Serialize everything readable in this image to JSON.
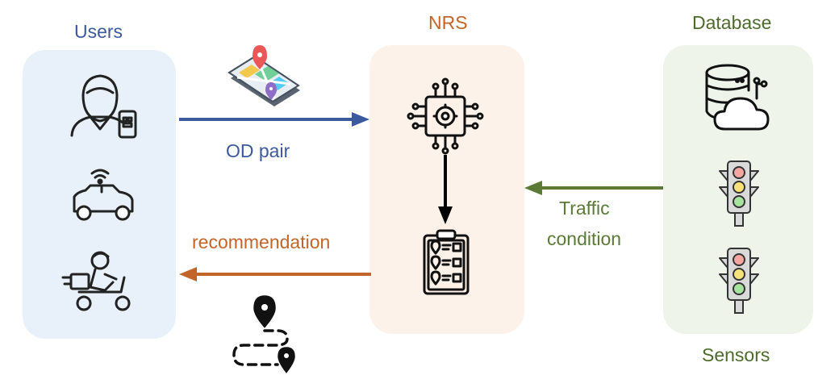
{
  "groups": {
    "users": "Users",
    "nrs": "NRS",
    "database": "Database",
    "sensors": "Sensors"
  },
  "arrows": {
    "od_pair": "OD pair",
    "recommendation": "recommendation",
    "traffic_line1": "Traffic",
    "traffic_line2": "condition"
  },
  "icons": {
    "users": [
      "person-with-phone-icon",
      "connected-car-icon",
      "delivery-scooter-icon"
    ],
    "nrs": [
      "ai-chip-icon",
      "route-checklist-icon"
    ],
    "database": [
      "cloud-database-icon",
      "traffic-light-icon",
      "traffic-light-icon"
    ],
    "flow": [
      "map-tablet-icon",
      "route-path-icon"
    ]
  },
  "colors": {
    "blue": "#3b5a9d",
    "orange": "#c2652a",
    "green": "#5a7a36",
    "users_bg": "#e8f1fa",
    "nrs_bg": "#fdf2ea",
    "db_bg": "#eef4ea"
  }
}
